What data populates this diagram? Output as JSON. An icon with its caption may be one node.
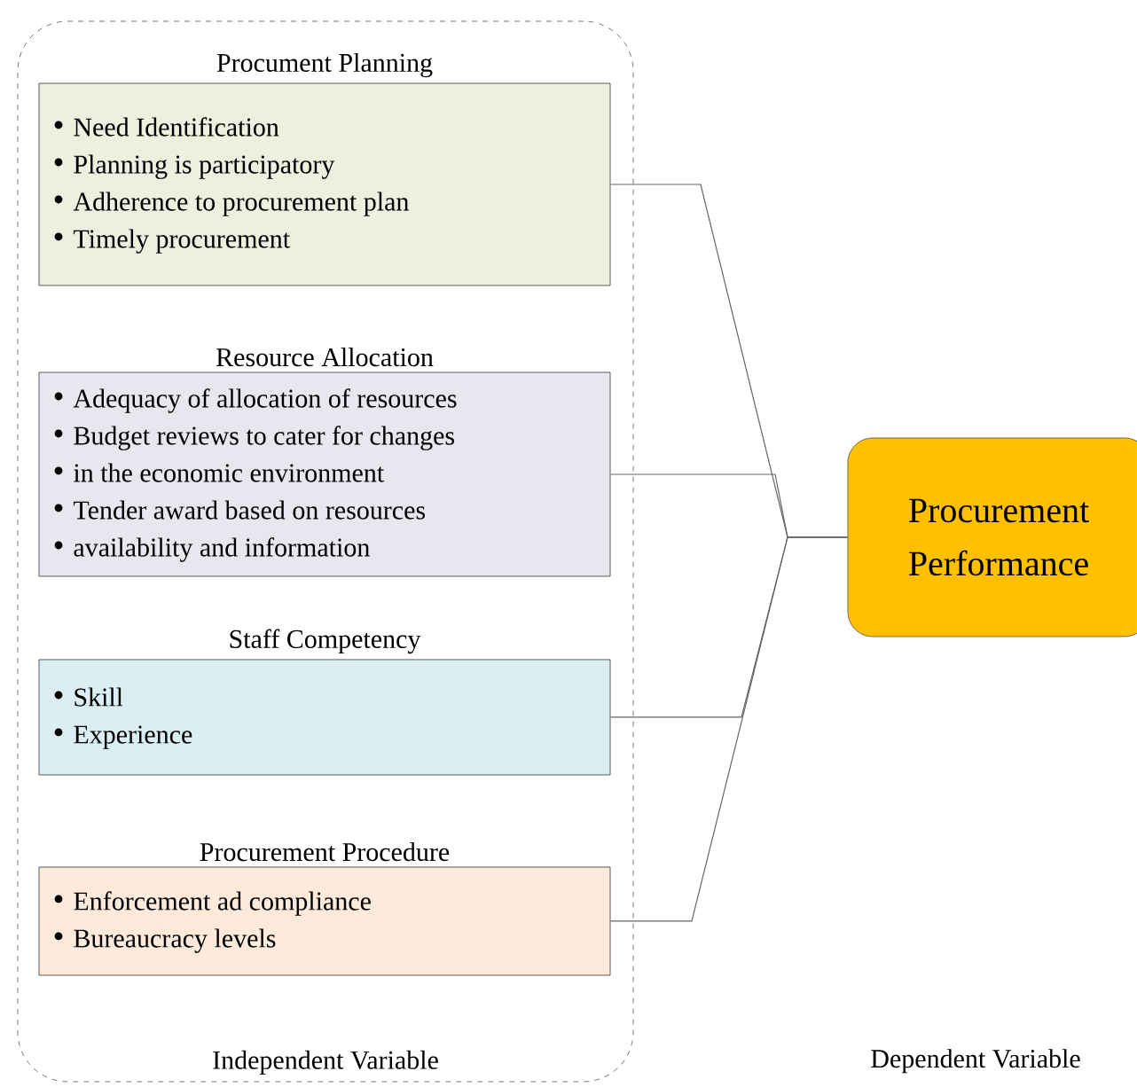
{
  "diagram": {
    "nodes": [
      {
        "text": [
          "Independent Variable"
        ]
      },
      {
        "text": [
          "Procument Planning",
          "Need Identification",
          "Planning is participatory",
          "Adherence to procurement plan",
          "Timely procurement"
        ],
        "in": 0
      },
      {
        "text": [
          "Resource Allocation",
          "Adequacy of allocation of resources",
          "Budget reviews to cater for changes",
          "in the economic environment",
          "Tender award based on resources",
          "availability and information"
        ],
        "in": 0
      },
      {
        "text": [
          "Staff Competency",
          "Skill",
          "Experience"
        ],
        "in": 0
      },
      {
        "text": [
          "Procurement Procedure",
          "Enforcement ad compliance",
          "Bureaucracy levels"
        ],
        "in": 0
      },
      {
        "text": [
          "Procurement Performance"
        ]
      }
    ],
    "labels": [
      "Dependent Variable"
    ],
    "edges": [
      {
        "from": 1,
        "to": 5,
        "arrow": "none"
      },
      {
        "from": 2,
        "to": 5,
        "arrow": "none"
      },
      {
        "from": 3,
        "to": 5,
        "arrow": "none"
      },
      {
        "from": 4,
        "to": 5,
        "arrow": "none"
      }
    ]
  }
}
